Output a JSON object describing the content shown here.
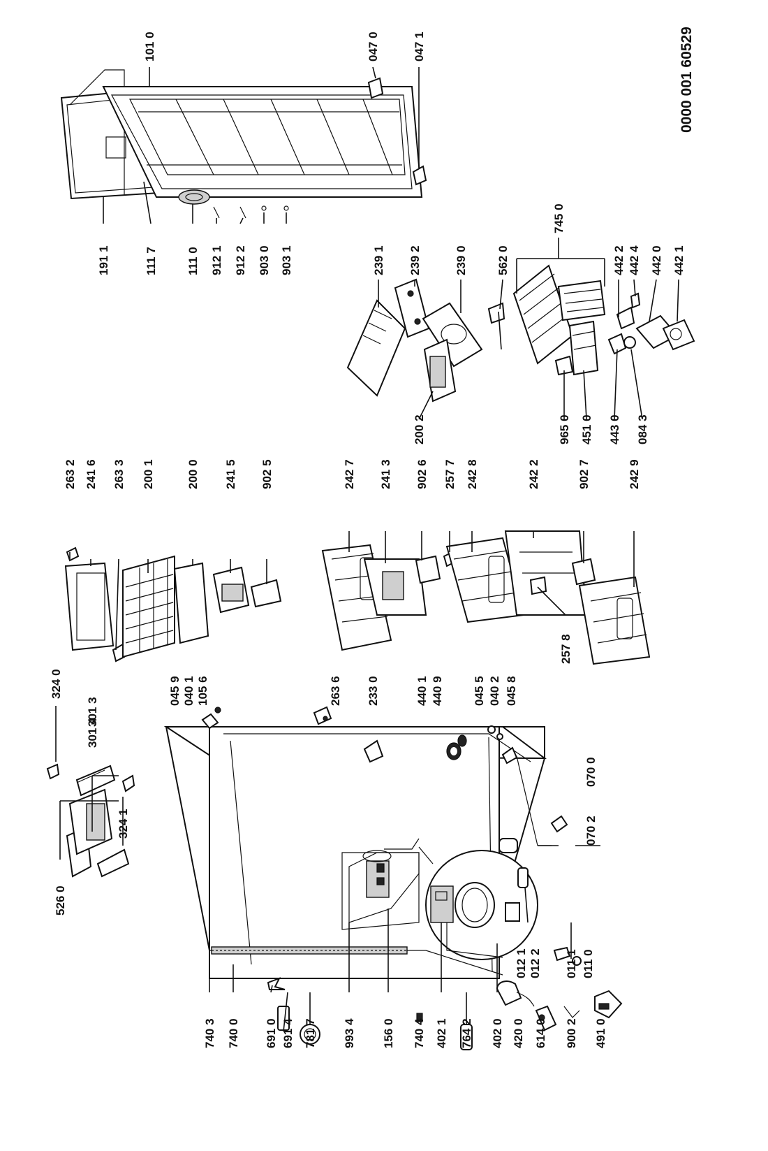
{
  "diagram": {
    "doc_code": "0000 001 60529",
    "labels": {
      "l_7403": "740 3",
      "l_7400": "740 0",
      "l_6910": "691 0",
      "l_6914": "691 4",
      "l_7817": "781 7",
      "l_9934": "993 4",
      "l_1560": "156 0",
      "l_7404": "740 4",
      "l_4021": "402 1",
      "l_7642": "764 2",
      "l_4020": "402 0",
      "l_4200": "420 0",
      "l_6140": "614 0",
      "l_9002": "900 2",
      "l_4910": "491 0",
      "l_0121": "012 1",
      "l_0122": "012 2",
      "l_0111": "011 1",
      "l_0110": "011 0",
      "l_0702": "070 2",
      "l_0700": "070 0",
      "l_5260": "526 0",
      "l_3241": "324 1",
      "l_3014": "301 4",
      "l_3013": "301 3",
      "l_3240": "324 0",
      "l_0459": "045 9",
      "l_0401": "040 1",
      "l_1056": "105 6",
      "l_2636": "263 6",
      "l_2330": "233 0",
      "l_4401": "440 1",
      "l_4409": "440 9",
      "l_0455": "045 5",
      "l_0402": "040 2",
      "l_0458": "045 8",
      "l_2632": "263 2",
      "l_2416": "241 6",
      "l_2633": "263 3",
      "l_2001": "200 1",
      "l_2000": "200 0",
      "l_2415": "241 5",
      "l_9025": "902 5",
      "l_2427": "242 7",
      "l_2413": "241 3",
      "l_9026": "902 6",
      "l_2577": "257 7",
      "l_2428": "242 8",
      "l_2422": "242 2",
      "l_9027": "902 7",
      "l_2429": "242 9",
      "l_2578": "257 8",
      "l_2002": "200 2",
      "l_9650": "965 0",
      "l_4510": "451 0",
      "l_4430": "443 0",
      "l_0843": "084 3",
      "l_2391": "239 1",
      "l_2392": "239 2",
      "l_2390": "239 0",
      "l_5620": "562 0",
      "l_7450": "745 0",
      "l_4422": "442 2",
      "l_4424": "442 4",
      "l_4420": "442 0",
      "l_4421": "442 1",
      "l_1911": "191 1",
      "l_1117": "111 7",
      "l_1110": "111 0",
      "l_9121": "912 1",
      "l_9122": "912 2",
      "l_9030": "903 0",
      "l_9031": "903 1",
      "l_1010": "101 0",
      "l_0470": "047 0",
      "l_0471": "047 1"
    }
  }
}
